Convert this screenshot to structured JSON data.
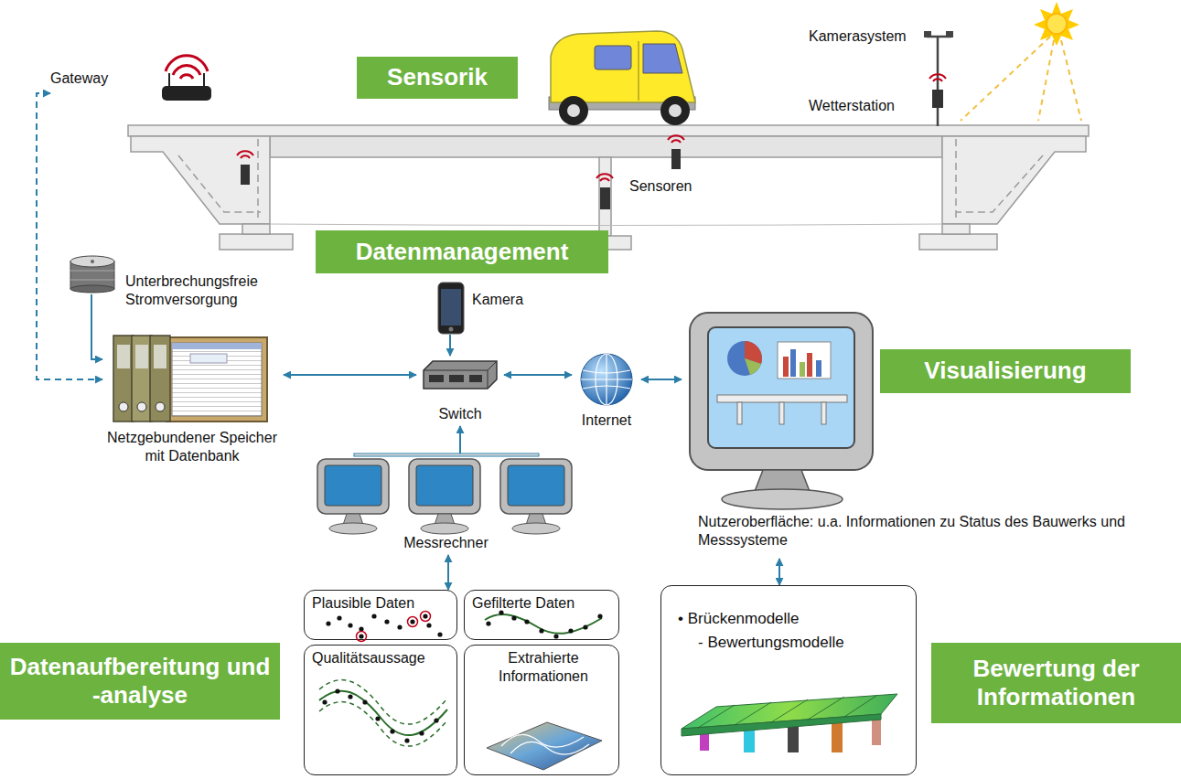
{
  "diagram": {
    "nodes": [
      {
        "text": [
          "Sensorik"
        ]
      },
      {
        "text": [
          "Gateway"
        ]
      },
      {
        "text": [
          "Datenmanagement"
        ]
      },
      {
        "text": [
          "Unterbrechungsfreie Stromversorgung"
        ]
      },
      {
        "text": [
          "Kamera"
        ]
      },
      {
        "text": [
          "Netzgebundener Speicher mit Datenbank"
        ]
      },
      {
        "text": [
          "Switch"
        ]
      },
      {
        "text": [
          "Internet"
        ]
      },
      {
        "text": [
          "Nutzeroberfläche: u.a. Informationen zu Status des Bauwerks und Messsysteme"
        ]
      },
      {
        "text": [
          "Visualisierung"
        ]
      },
      {
        "text": [
          "Messrechner"
        ]
      },
      {
        "text": [
          "Plausible Daten"
        ]
      },
      {
        "text": [
          "Gefilterte Daten"
        ]
      },
      {
        "text": [
          "Datenaufbereitung und -analyse"
        ]
      },
      {
        "text": [
          "Qualitätsaussage"
        ]
      },
      {
        "text": [
          "Extrahierte Informationen"
        ]
      },
      {
        "text": [
          "• Brückenmodelle",
          "- Bewertungsmodelle"
        ]
      },
      {
        "text": [
          "Bewertung der Informationen"
        ]
      }
    ],
    "edges": [
      {
        "from": 1,
        "to": 5,
        "arrow": "both"
      },
      {
        "from": 3,
        "to": 5,
        "arrow": "to"
      },
      {
        "from": 5,
        "to": 6,
        "arrow": "both"
      },
      {
        "from": 4,
        "to": 6,
        "arrow": "to"
      },
      {
        "from": 10,
        "to": 6,
        "arrow": "to"
      },
      {
        "from": 6,
        "to": 7,
        "arrow": "both"
      },
      {
        "from": 7,
        "to": 8,
        "arrow": "both"
      },
      {
        "from": 10,
        "to": 11,
        "arrow": "both"
      },
      {
        "from": 8,
        "to": 16,
        "arrow": "both"
      }
    ],
    "labels": [
      "Kamerasystem",
      "Wetterstation",
      "Sensoren"
    ]
  }
}
